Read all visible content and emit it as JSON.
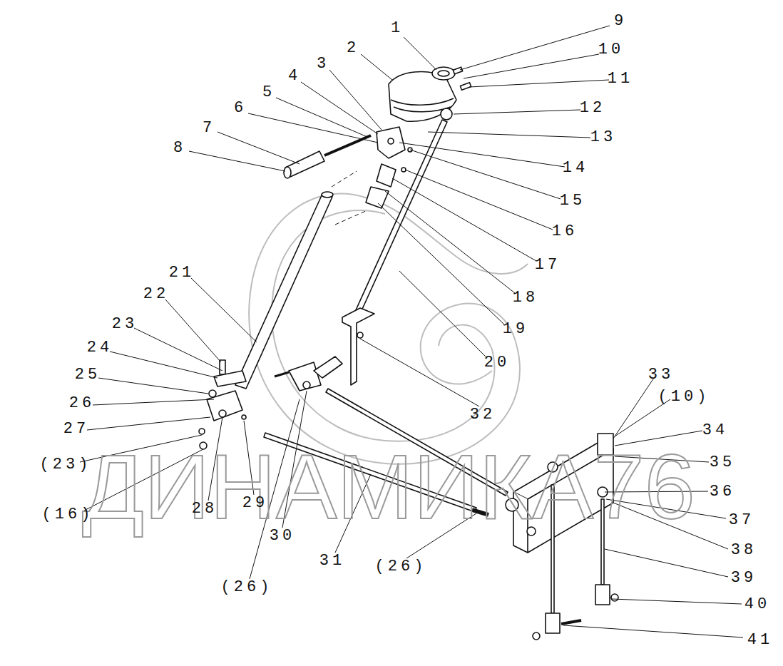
{
  "diagram": {
    "labels": [
      "1",
      "2",
      "3",
      "4",
      "5",
      "6",
      "7",
      "8",
      "9",
      "10",
      "11",
      "12",
      "13",
      "14",
      "15",
      "16",
      "17",
      "18",
      "19",
      "20",
      "21",
      "22",
      "23",
      "24",
      "25",
      "26",
      "27",
      "(23)",
      "(16)",
      "28",
      "29",
      "30",
      "31",
      "(26)",
      "(26)",
      "32",
      "33",
      "(10)",
      "34",
      "35",
      "36",
      "37",
      "38",
      "39",
      "40",
      "41",
      "ДИНАМИКА76"
    ]
  }
}
